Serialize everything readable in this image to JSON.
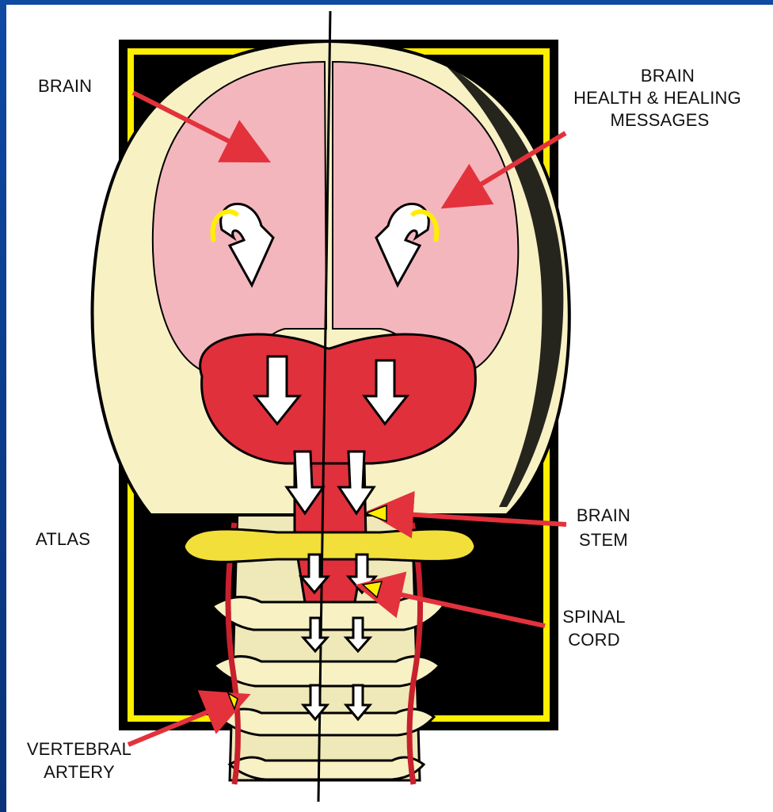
{
  "labels": {
    "brain": "BRAIN",
    "messages_line1": "BRAIN",
    "messages_line2": "HEALTH & HEALING",
    "messages_line3": "MESSAGES",
    "atlas": "ATLAS",
    "brain_stem_line1": "BRAIN",
    "brain_stem_line2": "STEM",
    "spinal_cord_line1": "SPINAL",
    "spinal_cord_line2": "CORD",
    "vertebral_artery_line1": "VERTEBRAL",
    "vertebral_artery_line2": "ARTERY"
  },
  "colors": {
    "background_blue": "#0d3c8c",
    "frame_yellow": "#ffee00",
    "frame_black": "#000000",
    "skull_bone": "#f7f1c4",
    "brain_pink": "#f4b6bd",
    "brainstem_red": "#e0303c",
    "pointer_red": "#e3323c",
    "flow_arrow": "#ffffff",
    "atlas_yellow": "#f2df3a"
  },
  "icons": {
    "curved_arrow_left": "curved-arrow-icon",
    "curved_arrow_right": "curved-arrow-icon",
    "down_arrow": "down-arrow-icon"
  }
}
